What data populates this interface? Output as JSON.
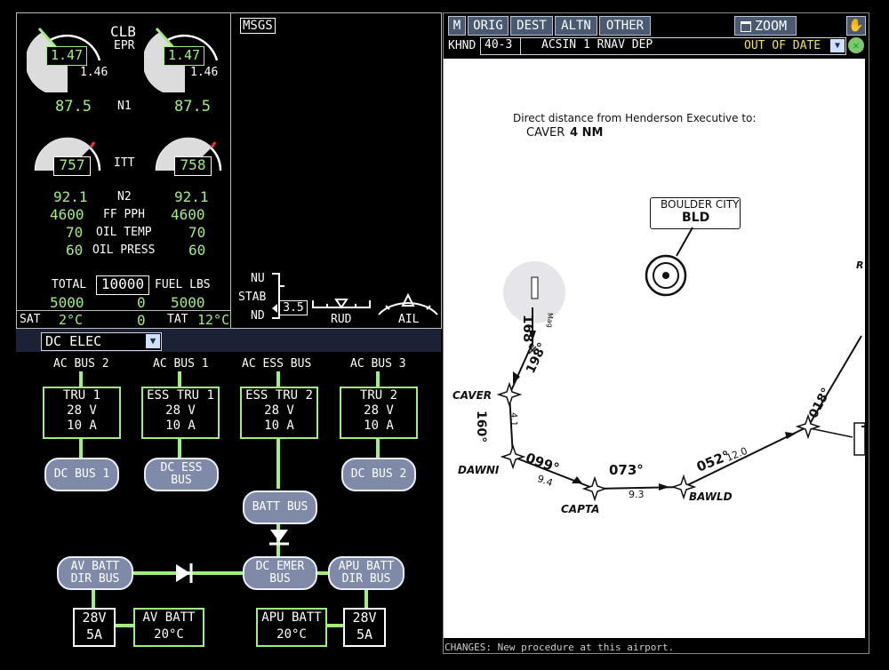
{
  "engine": {
    "mode": "CLB",
    "epr_label": "EPR",
    "left_epr": "1.47",
    "left_epr_target": "1.46",
    "right_epr": "1.47",
    "right_epr_target": "1.46",
    "n1_label": "N1",
    "left_n1": "87.5",
    "right_n1": "87.5",
    "itt_label": "ITT",
    "left_itt": "757",
    "right_itt": "758",
    "n2_label": "N2",
    "left_n2": "92.1",
    "right_n2": "92.1",
    "ff_label": "FF PPH",
    "left_ff": "4600",
    "right_ff": "4600",
    "oil_temp_label": "OIL TEMP",
    "left_oil_temp": "70",
    "right_oil_temp": "70",
    "oil_press_label": "OIL PRESS",
    "left_oil_press": "60",
    "right_oil_press": "60",
    "total_label": "TOTAL",
    "total_fuel": "10000",
    "fuel_label": "FUEL LBS",
    "left_fuel": "5000",
    "right_fuel": "5000",
    "left_zero": "0",
    "right_zero": "0",
    "sat_label": "SAT",
    "sat_value": "2°C",
    "tat_label": "TAT",
    "tat_value": "12°C"
  },
  "msgs": {
    "title": "MSGS"
  },
  "trim": {
    "nu": "NU",
    "stab": "STAB",
    "nd": "ND",
    "stab_value": "3.5",
    "rud": "RUD",
    "ail": "AIL"
  },
  "elec": {
    "dropdown": "DC ELEC",
    "ac_bus_2": "AC BUS 2",
    "ac_bus_1": "AC BUS 1",
    "ac_ess_bus": "AC ESS BUS",
    "ac_bus_3": "AC BUS 3",
    "tru1": [
      "TRU 1",
      "28 V",
      "10 A"
    ],
    "esstru1": [
      "ESS TRU 1",
      "28 V",
      "10 A"
    ],
    "esstru2": [
      "ESS TRU 2",
      "28 V",
      "10 A"
    ],
    "tru2": [
      "TRU 2",
      "28 V",
      "10 A"
    ],
    "dc_bus_1": "DC BUS 1",
    "dc_ess_bus": [
      "DC ESS",
      "BUS"
    ],
    "dc_bus_2": "DC BUS 2",
    "batt_bus": "BATT BUS",
    "av_batt_dir": [
      "AV BATT",
      "DIR BUS"
    ],
    "dc_emer": [
      "DC EMER",
      "BUS"
    ],
    "apu_batt_dir": [
      "APU BATT",
      "DIR BUS"
    ],
    "av_batt_v": [
      "28V",
      "5A"
    ],
    "av_batt": [
      "AV BATT",
      "20°C"
    ],
    "apu_batt": [
      "APU BATT",
      "20°C"
    ],
    "apu_batt_v": [
      "28V",
      "5A"
    ]
  },
  "chart_panel": {
    "tabs": [
      "M",
      "ORIG",
      "DEST",
      "ALTN",
      "OTHER"
    ],
    "zoom": "ZOOM",
    "airport": "KHND",
    "chart_id": "40-3",
    "chart_name": "ACSIN 1 RNAV DEP",
    "status": "OUT OF DATE",
    "footer": "CHANGES:  New procedure at this airport.",
    "note_line1": "Direct distance from Henderson Executive to:",
    "note_line2": "CAVER",
    "note_dist": "4 NM",
    "navaid_name": "BOULDER CITY",
    "navaid_id": "BLD",
    "fixes": [
      "CAVER",
      "DAWNI",
      "CAPTA",
      "BAWLD"
    ],
    "courses": [
      "168°",
      "198°",
      "160°",
      "099°",
      "073°",
      "052°",
      "018°"
    ],
    "mag": "Mag",
    "distances": [
      "4.1",
      "9.4",
      "9.3",
      "12.0"
    ],
    "edge_letter": "R"
  },
  "colors": {
    "green": "#9ef07c",
    "pill": "#7f8aa8",
    "status": "#f3e05a"
  }
}
